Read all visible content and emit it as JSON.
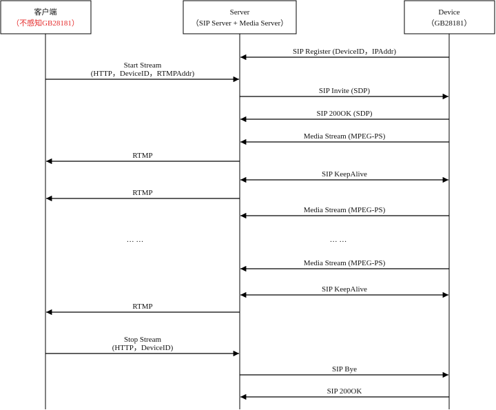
{
  "participants": [
    {
      "name": "客户端",
      "note": "（不感知GB28181）",
      "note_color": "#e52b2b"
    },
    {
      "name": "Server",
      "note": "（SIP Server + Media Server）"
    },
    {
      "name": "Device",
      "note": "（GB28181）"
    }
  ],
  "messages": [
    {
      "from": 2,
      "to": 1,
      "label": "SIP Register (DeviceID，IPAddr)"
    },
    {
      "from": 0,
      "to": 1,
      "label": "Start Stream",
      "label2": "(HTTP，DeviceID，RTMPAddr)"
    },
    {
      "from": 1,
      "to": 2,
      "label": "SIP Invite (SDP)"
    },
    {
      "from": 2,
      "to": 1,
      "label": "SIP 200OK (SDP)"
    },
    {
      "from": 2,
      "to": 1,
      "label": "Media Stream (MPEG-PS)"
    },
    {
      "from": 1,
      "to": 0,
      "label": "RTMP"
    },
    {
      "from": 1,
      "to": 2,
      "label": "SIP KeepAlive",
      "bidirectional": true
    },
    {
      "from": 1,
      "to": 0,
      "label": "RTMP"
    },
    {
      "from": 2,
      "to": 1,
      "label": "Media Stream (MPEG-PS)"
    },
    {
      "from": 2,
      "to": 1,
      "label": "Media Stream (MPEG-PS)"
    },
    {
      "from": 1,
      "to": 2,
      "label": "SIP KeepAlive",
      "bidirectional": true
    },
    {
      "from": 1,
      "to": 0,
      "label": "RTMP"
    },
    {
      "from": 0,
      "to": 1,
      "label": "Stop Stream",
      "label2": "(HTTP，DeviceID)"
    },
    {
      "from": 1,
      "to": 2,
      "label": "SIP Bye"
    },
    {
      "from": 2,
      "to": 1,
      "label": "SIP 200OK"
    }
  ],
  "ellipses": [
    "… …",
    "… …"
  ]
}
